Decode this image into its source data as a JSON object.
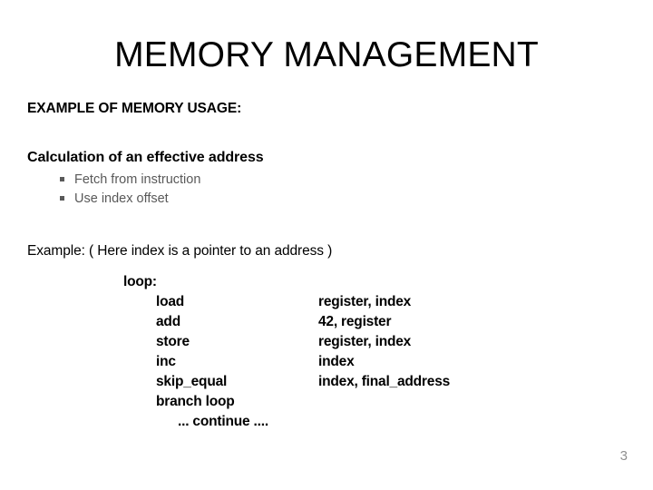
{
  "slide": {
    "title": "MEMORY MANAGEMENT",
    "page_number": "3",
    "background_color": "#ffffff",
    "text_color": "#000000",
    "muted_color": "#595959",
    "page_number_color": "#8f8f8f"
  },
  "body": {
    "heading_usage": "EXAMPLE OF MEMORY USAGE:",
    "calculation_line": {
      "lead": "Calculation of an ",
      "emphasis": "effective address"
    },
    "bullets": [
      {
        "marker": "square-bullet",
        "label": "Fetch from instruction"
      },
      {
        "marker": "square-bullet",
        "label": "Use index offset"
      }
    ],
    "example_line": "Example: ( Here index is a pointer to an address )"
  },
  "code": {
    "label": "loop:",
    "rows": [
      {
        "op": "load",
        "arg": "register, index"
      },
      {
        "op": "add",
        "arg": "42, register"
      },
      {
        "op": "store",
        "arg": "register, index"
      },
      {
        "op": "inc",
        "arg": "index"
      },
      {
        "op": "skip_equal",
        "arg": "index, final_address"
      },
      {
        "op": "branch  loop",
        "arg": ""
      }
    ],
    "continue_line": "... continue ...."
  }
}
